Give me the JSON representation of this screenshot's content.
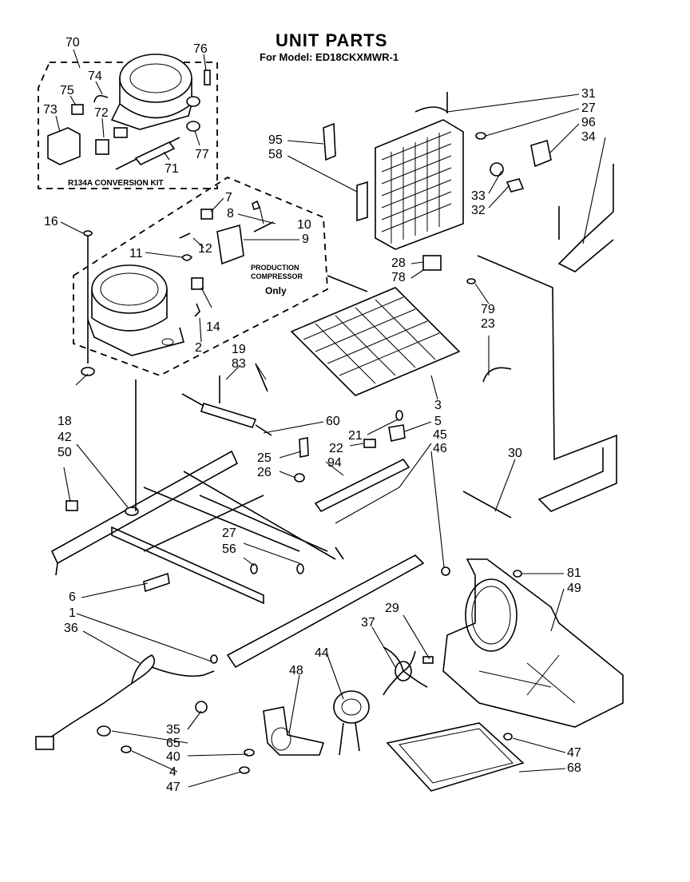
{
  "title": "UNIT PARTS",
  "subtitle": "For Model: ED18CKXMWR-1",
  "kit_label": "R134A  CONVERSION  KIT",
  "production_note": {
    "line1": "PRODUCTION",
    "line2": "COMPRESSOR",
    "line3": "Only"
  },
  "callouts": {
    "c70": "70",
    "c76": "76",
    "c74": "74",
    "c75": "75",
    "c72": "72",
    "c73": "73",
    "c71": "71",
    "c77": "77",
    "c95": "95",
    "c58": "58",
    "c31": "31",
    "c27a": "27",
    "c96": "96",
    "c34": "34",
    "c33": "33",
    "c32": "32",
    "c16": "16",
    "c7": "7",
    "c8": "8",
    "c10": "10",
    "c12": "12",
    "c9": "9",
    "c11": "11",
    "c14": "14",
    "c2": "2",
    "c28": "28",
    "c78": "78",
    "c79": "79",
    "c23": "23",
    "c19": "19",
    "c83": "83",
    "c3": "3",
    "c18": "18",
    "c42": "42",
    "c50": "50",
    "c60": "60",
    "c21": "21",
    "c5": "5",
    "c45": "45",
    "c46": "46",
    "c22": "22",
    "c25": "25",
    "c26": "26",
    "c94": "94",
    "c30": "30",
    "c27b": "27",
    "c56": "56",
    "c6": "6",
    "c1": "1",
    "c36": "36",
    "c81": "81",
    "c49": "49",
    "c29": "29",
    "c37": "37",
    "c44": "44",
    "c48": "48",
    "c35": "35",
    "c65": "65",
    "c40": "40",
    "c4": "4",
    "c47a": "47",
    "c47b": "47",
    "c68": "68"
  }
}
